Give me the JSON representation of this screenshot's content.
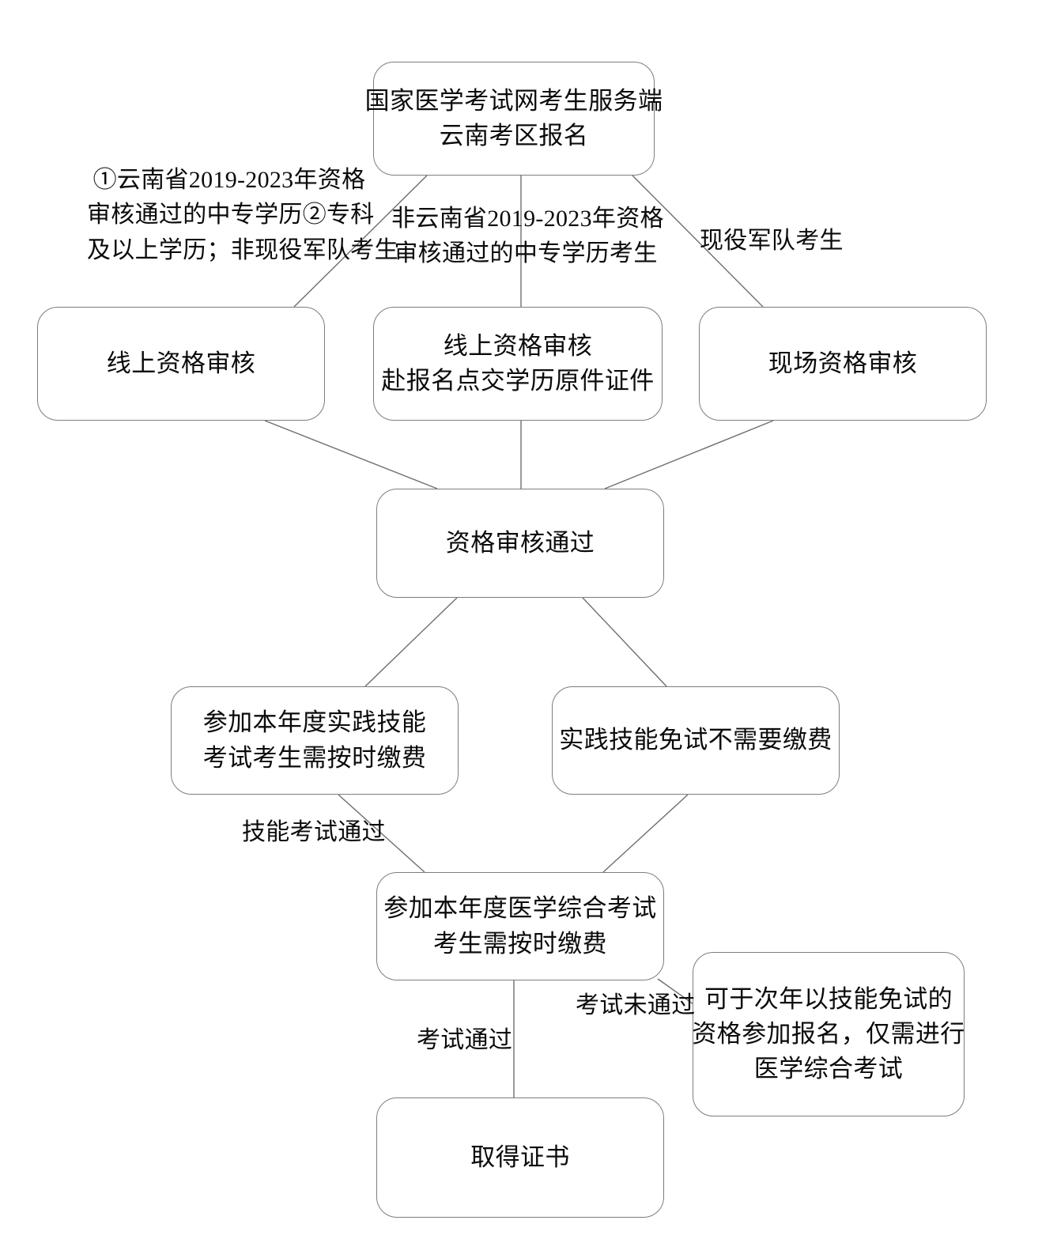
{
  "diagram": {
    "title": "国家医学考试网云南考区报名流程图",
    "stroke_color": "#7d7d7d",
    "text_color": "#0b0b0b",
    "background_color": "#ffffff",
    "nodes": [
      {
        "id": "start",
        "lines": [
          "国家医学考试网考生服务端",
          "云南考区报名"
        ]
      },
      {
        "id": "online-review",
        "lines": [
          "线上资格审核"
        ]
      },
      {
        "id": "online-review-with-docs",
        "lines": [
          "线上资格审核",
          "赴报名点交学历原件证件"
        ]
      },
      {
        "id": "onsite-review",
        "lines": [
          "现场资格审核"
        ]
      },
      {
        "id": "review-passed",
        "lines": [
          "资格审核通过"
        ]
      },
      {
        "id": "practical-skill-fee",
        "lines": [
          "参加本年度实践技能",
          "考试考生需按时缴费"
        ]
      },
      {
        "id": "skill-exempt-no-fee",
        "lines": [
          "实践技能免试不需要缴费"
        ]
      },
      {
        "id": "comprehensive-exam-fee",
        "lines": [
          "参加本年度医学综合考试",
          "考生需按时缴费"
        ]
      },
      {
        "id": "next-year-exempt",
        "lines": [
          "可于次年以技能免试的",
          "资格参加报名，仅需进行",
          "医学综合考试"
        ]
      },
      {
        "id": "certificate",
        "lines": [
          "取得证书"
        ]
      }
    ],
    "edge_labels": [
      {
        "id": "left-branch",
        "lines": [
          "①云南省2019-2023年资格",
          "审核通过的中专学历②专科",
          "及以上学历；非现役军队考生"
        ]
      },
      {
        "id": "middle-branch",
        "lines": [
          "非云南省2019-2023年资格",
          "审核通过的中专学历考生"
        ]
      },
      {
        "id": "right-branch",
        "lines": [
          "现役军队考生"
        ]
      },
      {
        "id": "skill-exam-passed",
        "lines": [
          "技能考试通过"
        ]
      },
      {
        "id": "exam-failed",
        "lines": [
          "考试未通过"
        ]
      },
      {
        "id": "exam-passed",
        "lines": [
          "考试通过"
        ]
      }
    ]
  }
}
